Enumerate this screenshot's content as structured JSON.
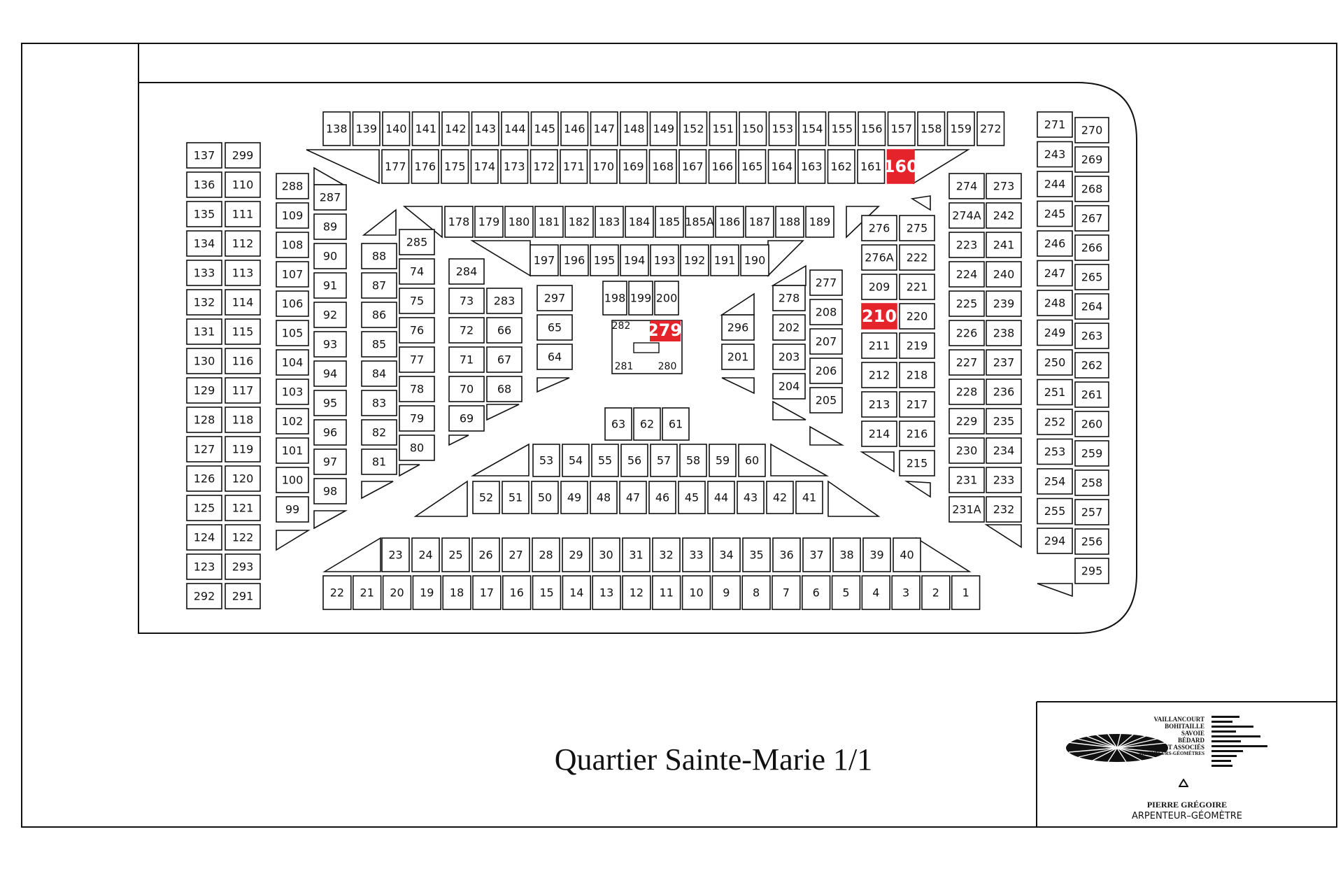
{
  "title": "Quartier Sainte-Marie 1/1",
  "colors": {
    "highlight": "#e5232b",
    "line": "#111111",
    "background": "#ffffff"
  },
  "highlighted_lots": [
    "160",
    "210",
    "279"
  ],
  "surveyor": {
    "firm_lines": [
      "VAILLANCOURT",
      "BOHITAILLE",
      "SAVOIE",
      "BÉDARD",
      "ET ASSOCIÉS",
      "ARPENTEURS-GÉOMÈTRES"
    ],
    "name": "PIERRE GRÉGOIRE",
    "profession": "ARPENTEUR–GÉOMÈTRE",
    "logo_icon": "striped-ellipse-logo",
    "mark_icon": "triangle-benchmark-icon"
  },
  "rows": {
    "top_back": [
      "138",
      "139",
      "140",
      "141",
      "142",
      "143",
      "144",
      "145",
      "146",
      "147",
      "148",
      "149",
      "152",
      "151",
      "150",
      "153",
      "154",
      "155",
      "156",
      "157",
      "158",
      "159",
      "272"
    ],
    "top_front": [
      "177",
      "176",
      "175",
      "174",
      "173",
      "172",
      "171",
      "170",
      "169",
      "168",
      "167",
      "166",
      "165",
      "164",
      "163",
      "162",
      "161",
      "160"
    ],
    "inner_top": [
      "178",
      "179",
      "180",
      "181",
      "182",
      "183",
      "184",
      "185",
      "185A",
      "186",
      "187",
      "188",
      "189"
    ],
    "inner_top2": [
      "197",
      "196",
      "195",
      "194",
      "193",
      "192",
      "191",
      "190"
    ],
    "center_small": [
      "198",
      "199",
      "200"
    ],
    "center_label": [
      "282",
      "279",
      "281",
      "280"
    ],
    "mid_small": [
      "63",
      "62",
      "61"
    ],
    "row_53": [
      "53",
      "54",
      "55",
      "56",
      "57",
      "58",
      "59",
      "60"
    ],
    "row_52": [
      "52",
      "51",
      "50",
      "49",
      "48",
      "47",
      "46",
      "45",
      "44",
      "43",
      "42",
      "41"
    ],
    "row_23": [
      "23",
      "24",
      "25",
      "26",
      "27",
      "28",
      "29",
      "30",
      "31",
      "32",
      "33",
      "34",
      "35",
      "36",
      "37",
      "38",
      "39",
      "40"
    ],
    "row_22": [
      "22",
      "21",
      "20",
      "19",
      "18",
      "17",
      "16",
      "15",
      "14",
      "13",
      "12",
      "11",
      "10",
      "9",
      "8",
      "7",
      "6",
      "5",
      "4",
      "3",
      "2",
      "1"
    ],
    "col_137": [
      "137",
      "136",
      "135",
      "134",
      "133",
      "132",
      "131",
      "130",
      "129",
      "128",
      "127",
      "126",
      "125",
      "124",
      "123",
      "292"
    ],
    "col_299": [
      "299",
      "110",
      "111",
      "112",
      "113",
      "114",
      "115",
      "116",
      "117",
      "118",
      "119",
      "120",
      "121",
      "122",
      "293",
      "291"
    ],
    "col_288": [
      "288",
      "109",
      "108",
      "107",
      "106",
      "105",
      "104",
      "103",
      "102",
      "101",
      "100",
      "99"
    ],
    "col_287": [
      "287",
      "89",
      "90",
      "91",
      "92",
      "93",
      "94",
      "95",
      "96",
      "97",
      "98"
    ],
    "col_88": [
      "88",
      "87",
      "86",
      "85",
      "84",
      "83",
      "82",
      "81"
    ],
    "col_285": [
      "285",
      "74",
      "75",
      "76",
      "77",
      "78",
      "79",
      "80"
    ],
    "col_284": [
      "284"
    ],
    "col_73": [
      "73",
      "72",
      "71",
      "70",
      "69"
    ],
    "col_283": [
      "283",
      "66",
      "67",
      "68"
    ],
    "col_297": [
      "297",
      "65",
      "64"
    ],
    "col_296": [
      "296",
      "201"
    ],
    "col_278": [
      "278",
      "202",
      "203",
      "204"
    ],
    "col_277": [
      "277",
      "208",
      "207",
      "206",
      "205"
    ],
    "col_276": [
      "276",
      "276A",
      "209",
      "210",
      "211",
      "212",
      "213",
      "214"
    ],
    "col_275": [
      "275",
      "222",
      "221",
      "220",
      "219",
      "218",
      "217",
      "216",
      "215"
    ],
    "col_274": [
      "274",
      "274A",
      "223",
      "224",
      "225",
      "226",
      "227",
      "228",
      "229",
      "230",
      "231",
      "231A"
    ],
    "col_273": [
      "273",
      "242",
      "241",
      "240",
      "239",
      "238",
      "237",
      "236",
      "235",
      "234",
      "233",
      "232"
    ],
    "col_243": [
      "271",
      "243",
      "244",
      "245",
      "246",
      "247",
      "248",
      "249",
      "250",
      "251",
      "252",
      "253",
      "254",
      "255",
      "294"
    ],
    "col_270": [
      "270",
      "269",
      "268",
      "267",
      "266",
      "265",
      "264",
      "263",
      "262",
      "261",
      "260",
      "259",
      "258",
      "257",
      "256",
      "295"
    ]
  }
}
